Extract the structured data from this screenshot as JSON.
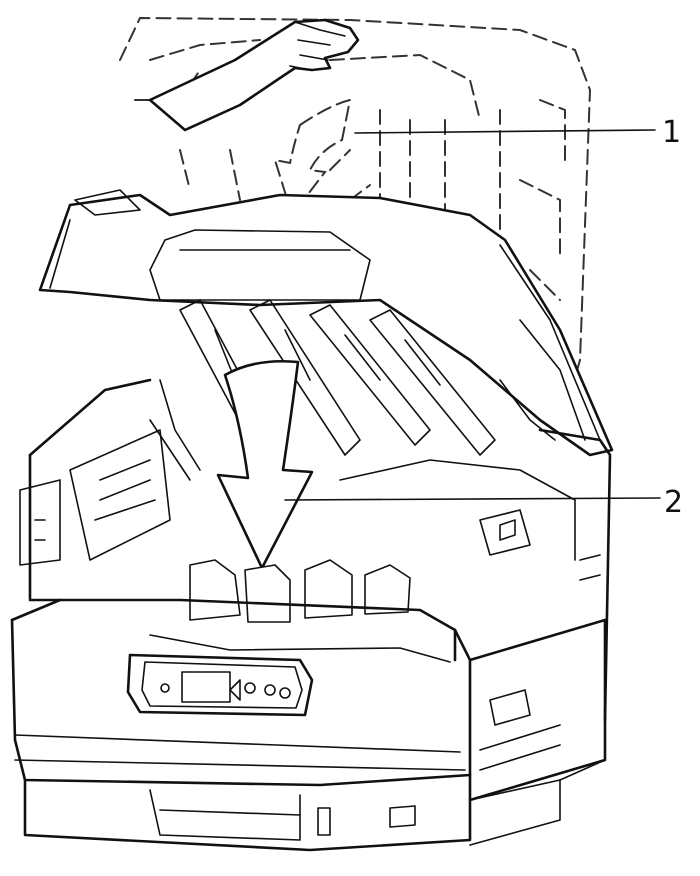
{
  "figure": {
    "subject": "printer-top-cover-closing",
    "callouts": [
      {
        "label": "1",
        "target": "top-cover-motion"
      },
      {
        "label": "2",
        "target": "lower-top-cover"
      }
    ],
    "colors": {
      "line": "#111111",
      "background": "#ffffff",
      "ghost": "#333333"
    }
  }
}
